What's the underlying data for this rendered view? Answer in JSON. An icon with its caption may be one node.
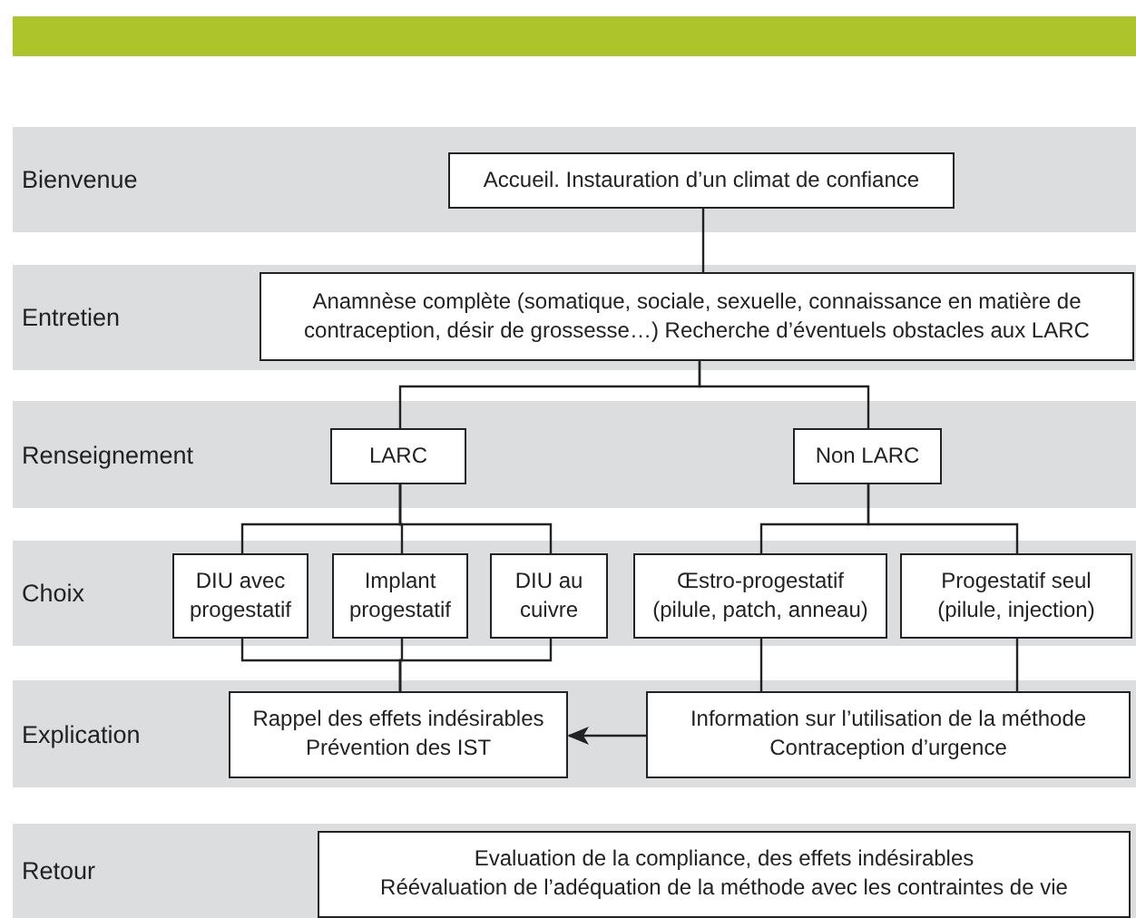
{
  "diagram": {
    "nodes": [
      {
        "text": [
          "Bienvenue"
        ]
      },
      {
        "text": [
          "Accueil. Instauration d’un climat de confiance"
        ],
        "in": 0
      },
      {
        "text": [
          "Entretien"
        ]
      },
      {
        "text": [
          "Anamnèse complète (somatique, sociale, sexuelle, connaissance en matière de contraception, désir de grossesse…) Recherche d’éventuels obstacles aux LARC"
        ],
        "in": 2
      },
      {
        "text": [
          "Renseignement"
        ]
      },
      {
        "text": [
          "LARC"
        ],
        "in": 4
      },
      {
        "text": [
          "Non LARC"
        ],
        "in": 4
      },
      {
        "text": [
          "Choix"
        ]
      },
      {
        "text": [
          "DIU avec progestatif"
        ],
        "in": 7
      },
      {
        "text": [
          "Implant progestatif"
        ],
        "in": 7
      },
      {
        "text": [
          "DIU au cuivre"
        ],
        "in": 7
      },
      {
        "text": [
          "Œstro-progestatif",
          "(pilule, patch, anneau)"
        ],
        "in": 7
      },
      {
        "text": [
          "Progestatif seul",
          "(pilule, injection)"
        ],
        "in": 7
      },
      {
        "text": [
          "Explication"
        ]
      },
      {
        "text": [
          "Rappel des effets indésirables",
          "Prévention des IST"
        ],
        "in": 13
      },
      {
        "text": [
          "Information sur l’utilisation de la méthode",
          "Contraception d’urgence"
        ],
        "in": 13
      },
      {
        "text": [
          "Retour"
        ]
      },
      {
        "text": [
          "Evaluation de la compliance, des effets indésirables",
          "Réévaluation de l’adéquation de la méthode avec les contraintes de vie"
        ],
        "in": 16
      }
    ],
    "edges": [
      {
        "from": 1,
        "to": 3,
        "arrow": "none"
      },
      {
        "from": 3,
        "to": 5,
        "arrow": "none"
      },
      {
        "from": 3,
        "to": 6,
        "arrow": "none"
      },
      {
        "from": 5,
        "to": 8,
        "arrow": "none"
      },
      {
        "from": 5,
        "to": 9,
        "arrow": "none"
      },
      {
        "from": 5,
        "to": 10,
        "arrow": "none"
      },
      {
        "from": 6,
        "to": 11,
        "arrow": "none"
      },
      {
        "from": 6,
        "to": 12,
        "arrow": "none"
      },
      {
        "from": 8,
        "to": 14,
        "arrow": "none"
      },
      {
        "from": 9,
        "to": 14,
        "arrow": "none"
      },
      {
        "from": 10,
        "to": 14,
        "arrow": "none"
      },
      {
        "from": 11,
        "to": 15,
        "arrow": "none"
      },
      {
        "from": 12,
        "to": 15,
        "arrow": "none"
      },
      {
        "from": 15,
        "to": 14,
        "arrow": "to"
      }
    ]
  }
}
